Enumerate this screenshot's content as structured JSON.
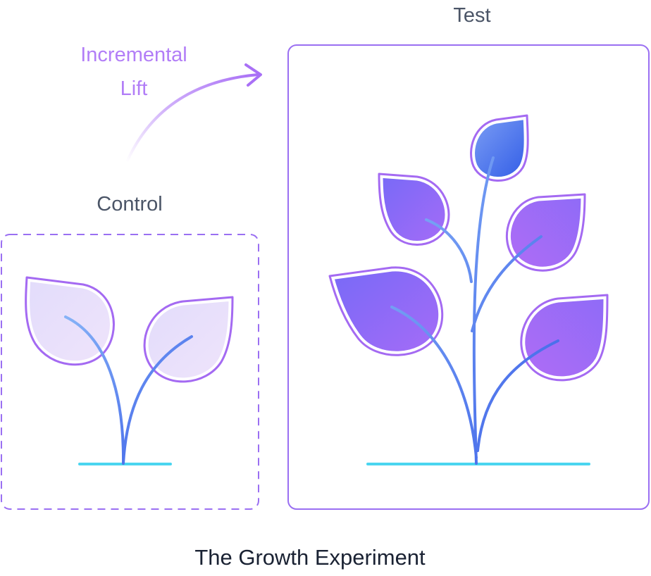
{
  "labels": {
    "test": "Test",
    "control": "Control",
    "lift_line1": "Incremental",
    "lift_line2": "Lift",
    "title": "The Growth Experiment"
  },
  "colors": {
    "frame_purple": "#9a6ff2",
    "stem_blue": "#3b5ee8",
    "ground_cyan": "#4ad5f0",
    "leaf_outline": "#a46af2",
    "lift_text": "#b27ef7",
    "label_gray": "#4b5567",
    "title_dark": "#1a2233"
  }
}
